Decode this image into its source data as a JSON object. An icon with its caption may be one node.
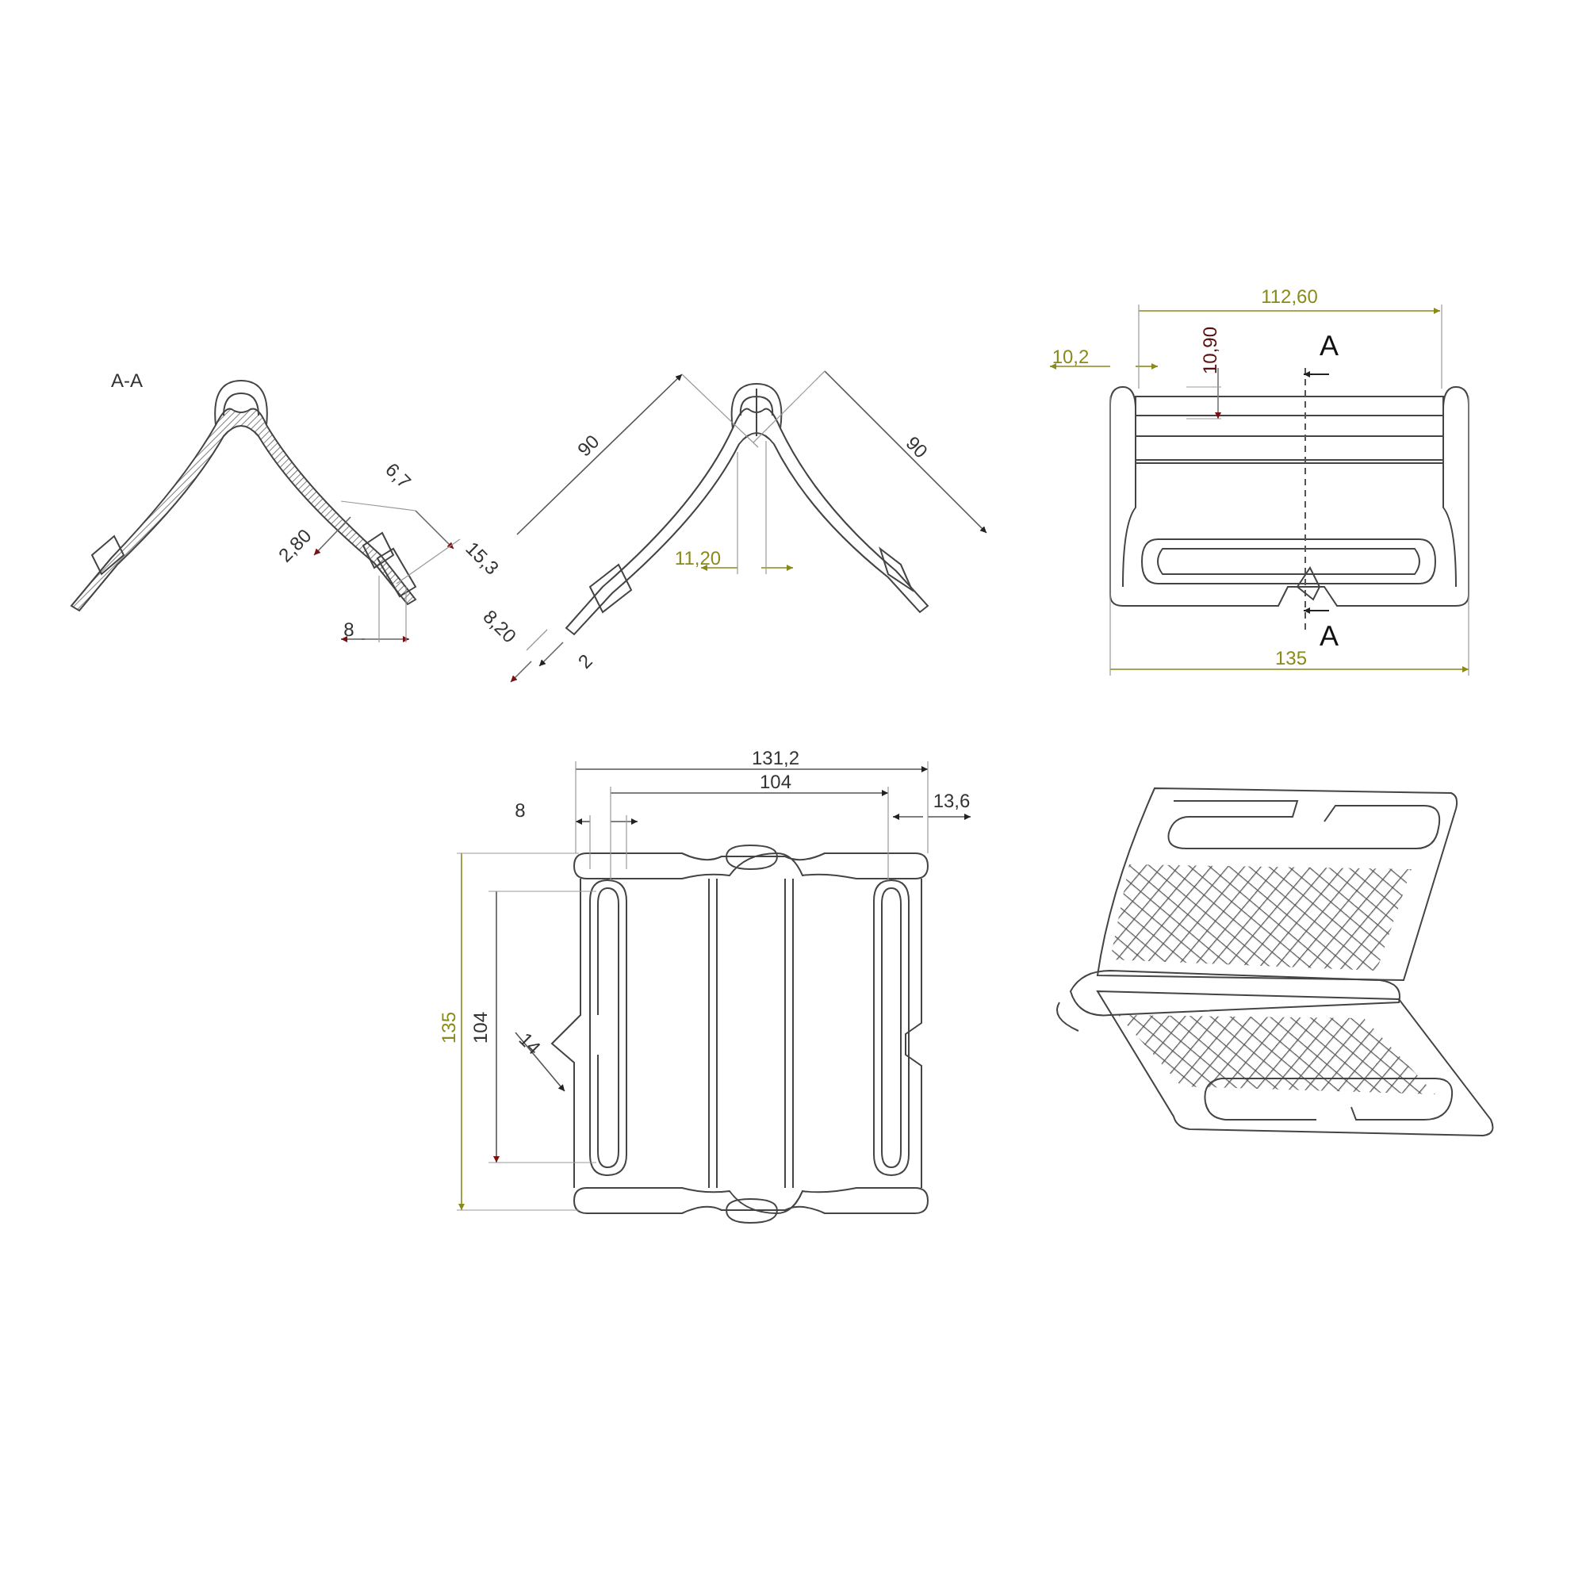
{
  "diagram": {
    "labels": [
      "A-A",
      "6,7",
      "2,80",
      "15,3",
      "8",
      "8,20",
      "2",
      "90",
      "90",
      "11,20",
      "112,60",
      "10,2",
      "10,90",
      "A",
      "A",
      "135",
      "131,2",
      "104",
      "13,6",
      "8",
      "135",
      "104",
      "14"
    ]
  }
}
